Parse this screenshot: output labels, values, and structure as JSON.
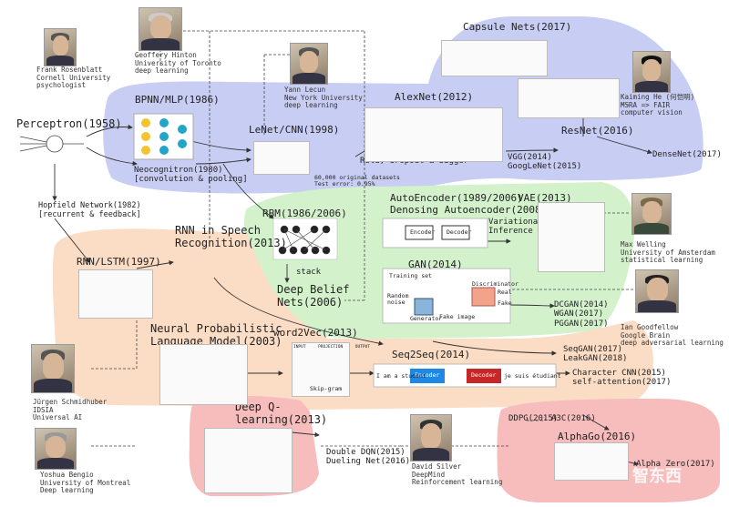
{
  "nodes": {
    "perceptron": "Perceptron(1958)",
    "bpnn": "BPNN/MLP(1986)",
    "neocognitron": "Neocognitron(1980)\n[convolution & pooling]",
    "hopfield": "Hopfield Network(1982)\n[recurrent & feedback]",
    "lenet": "LeNet/CNN(1998)",
    "alexnet": "AlexNet(2012)",
    "relu_note": "Relu, dropout & bigger",
    "capsule": "Capsule Nets(2017)",
    "resnet": "ResNet(2016)",
    "vgg": "VGG(2014)\nGoogLeNet(2015)",
    "densenet": "DenseNet(2017)",
    "rbm": "RBM(1986/2006)",
    "stack": "stack",
    "dbn": "Deep Belief\nNets(2006)",
    "autoencoder": "AutoEncoder(1989/2006)\nDenosing Autoencoder(2008)",
    "vae": "VAE(2013)",
    "variational": "Variational\nInference",
    "gan": "GAN(2014)",
    "dcgan": "DCGAN(2014)\nWGAN(2017)\nPGGAN(2017)",
    "seqgan": "SeqGAN(2017)\nLeakGAN(2018)",
    "rnn_lstm": "RNN/LSTM(1997)",
    "rnn_speech": "RNN in Speech\nRecognition(2013)",
    "nplm": "Neural Probabilistic\nLanguage Model(2003)",
    "word2vec": "word2Vec(2013)",
    "seq2seq": "Seq2Seq(2014)",
    "char_cnn": "Character CNN(2015)\nself-attention(2017)",
    "dqn": "Deep Q-\nlearning(2013)",
    "double_dqn": "Double DQN(2015)\nDueling Net(2016)",
    "ddpg": "DDPG(2015)",
    "a3c": "A3C(2016)",
    "alphago": "AlphaGo(2016)",
    "alpha_zero": "Alpha Zero(2017)"
  },
  "people": {
    "rosenblatt": "Frank Rosenblatt\nCornell University\npsychologist",
    "hinton": "Geoffery Hinton\nUniversity of Toronto\ndeep learning",
    "lecun": "Yann Lecun\nNew York University\ndeep learning",
    "he": "Kaiming He (何恺明)\nMSRA => FAIR\ncomputer vision",
    "welling": "Max Welling\nUniversity of Amsterdam\nstatistical learning",
    "goodfellow": "Ian Goodfellow\nGoogle Brain\ndeep adversarial learning",
    "schmidhuber": "Jürgen Schmidhuber\nIDSIA\nUniversal AI",
    "bengio": "Yoshua Bengio\nUniversity of Montreal\nDeep learning",
    "silver": "David Silver\nDeepMind\nReinforcement learning"
  },
  "figure_text": {
    "lenet_dataset": "60,000 original datasets\nTest error: 0.95%",
    "encoder": "Encoder",
    "decoder": "Decoder",
    "seq_encoder": "Encoder",
    "seq_decoder": "Decoder",
    "seq_input": "I am a student",
    "seq_output": "je suis étudiant",
    "discriminator": "Discriminator",
    "generator": "Generator",
    "training_set": "Training set",
    "random_noise": "Random\nnoise",
    "fake_image": "Fake image",
    "real": "Real",
    "fake": "Fake",
    "skip_gram": "Skip-gram",
    "w2v_headers": "INPUT     PROJECTION     OUTPUT"
  },
  "watermark": "智东西",
  "colors": {
    "blue_region": "#c8cdf3",
    "green_region": "#d3f2cc",
    "orange_region": "#fbdcc4",
    "red_region": "#f7bcbc",
    "seq_encoder": "#1e88e5",
    "seq_decoder": "#c62828"
  }
}
